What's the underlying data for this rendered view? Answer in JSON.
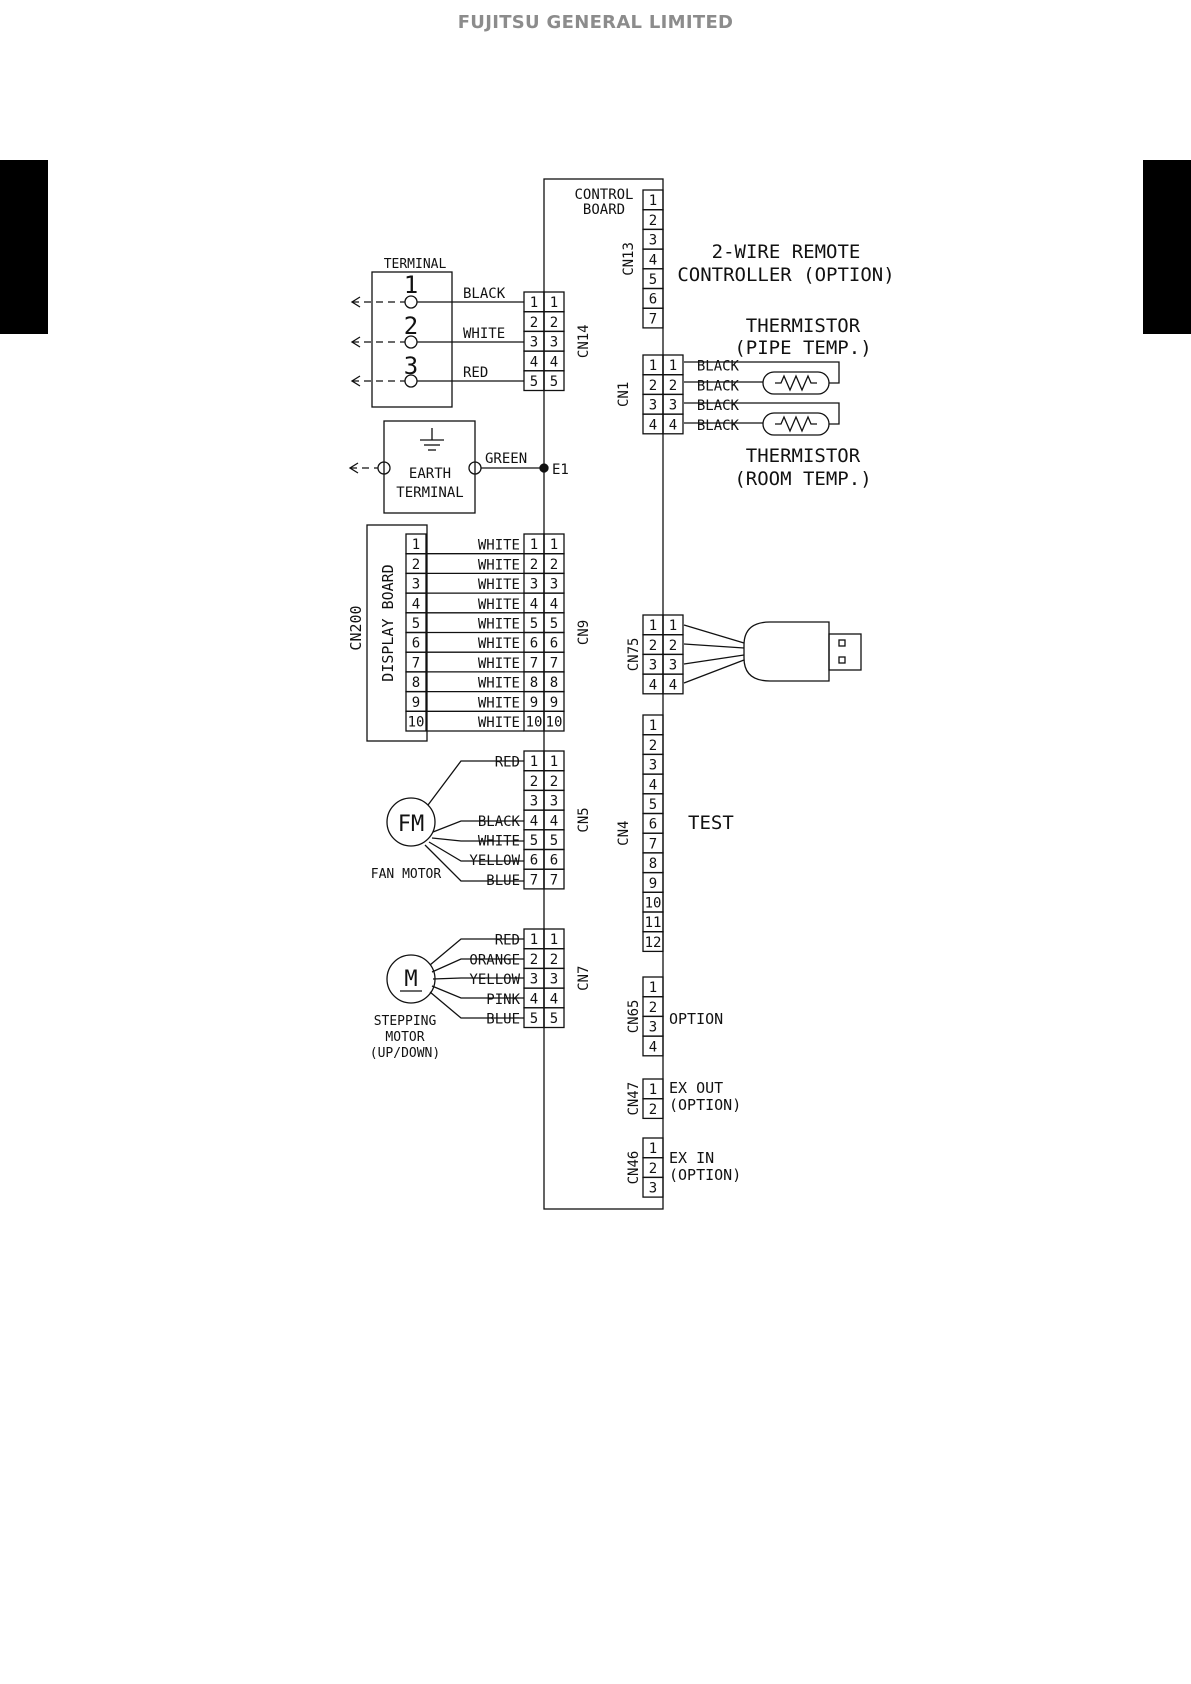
{
  "header": {
    "company": "FUJITSU GENERAL LIMITED"
  },
  "colors": {
    "tabs": "#000000",
    "header": "#8c8c8c",
    "lines": "#111111"
  },
  "control_board": {
    "label_line1": "CONTROL",
    "label_line2": "BOARD",
    "earth_point": "E1"
  },
  "terminal": {
    "title": "TERMINAL",
    "numbers": [
      "1",
      "2",
      "3"
    ]
  },
  "cn14": {
    "name": "CN14",
    "pins": [
      "1",
      "2",
      "3",
      "4",
      "5"
    ],
    "wires": [
      "BLACK",
      "WHITE",
      "RED"
    ]
  },
  "earth": {
    "line1": "EARTH",
    "line2": "TERMINAL",
    "wire": "GREEN",
    "icon": "ground-icon"
  },
  "cn13": {
    "name": "CN13",
    "pins": [
      "1",
      "2",
      "3",
      "4",
      "5",
      "6",
      "7"
    ],
    "label_line1": "2-WIRE REMOTE",
    "label_line2": "CONTROLLER (OPTION)"
  },
  "cn1": {
    "name": "CN1",
    "pins": [
      "1",
      "2",
      "3",
      "4"
    ],
    "wires": [
      "BLACK",
      "BLACK",
      "BLACK",
      "BLACK"
    ],
    "pipe_line1": "THERMISTOR",
    "pipe_line2": "(PIPE TEMP.)",
    "room_line1": "THERMISTOR",
    "room_line2": "(ROOM TEMP.)"
  },
  "cn200": {
    "name": "CN200",
    "board": "DISPLAY BOARD",
    "pins": [
      "1",
      "2",
      "3",
      "4",
      "5",
      "6",
      "7",
      "8",
      "9",
      "10"
    ]
  },
  "cn9": {
    "name": "CN9",
    "pins": [
      "1",
      "2",
      "3",
      "4",
      "5",
      "6",
      "7",
      "8",
      "9",
      "10"
    ],
    "wires": [
      "WHITE",
      "WHITE",
      "WHITE",
      "WHITE",
      "WHITE",
      "WHITE",
      "WHITE",
      "WHITE",
      "WHITE",
      "WHITE"
    ]
  },
  "cn75": {
    "name": "CN75",
    "pins": [
      "1",
      "2",
      "3",
      "4"
    ]
  },
  "cn5": {
    "name": "CN5",
    "pins": [
      "1",
      "2",
      "3",
      "4",
      "5",
      "6",
      "7"
    ],
    "motor_symbol": "FM",
    "motor_label": "FAN MOTOR",
    "wires": [
      "RED",
      "",
      "",
      "BLACK",
      "WHITE",
      "YELLOW",
      "BLUE"
    ]
  },
  "cn4": {
    "name": "CN4",
    "pins": [
      "1",
      "2",
      "3",
      "4",
      "5",
      "6",
      "7",
      "8",
      "9",
      "10",
      "11",
      "12"
    ],
    "label": "TEST"
  },
  "cn7": {
    "name": "CN7",
    "pins": [
      "1",
      "2",
      "3",
      "4",
      "5"
    ],
    "wires": [
      "RED",
      "ORANGE",
      "YELLOW",
      "PINK",
      "BLUE"
    ],
    "motor_symbol": "M",
    "motor_line1": "STEPPING",
    "motor_line2": "MOTOR",
    "motor_line3": "(UP/DOWN)"
  },
  "cn65": {
    "name": "CN65",
    "pins": [
      "1",
      "2",
      "3",
      "4"
    ],
    "label": "OPTION"
  },
  "cn47": {
    "name": "CN47",
    "pins": [
      "1",
      "2"
    ],
    "label_line1": "EX OUT",
    "label_line2": "(OPTION)"
  },
  "cn46": {
    "name": "CN46",
    "pins": [
      "1",
      "2",
      "3"
    ],
    "label_line1": "EX IN",
    "label_line2": "(OPTION)"
  }
}
